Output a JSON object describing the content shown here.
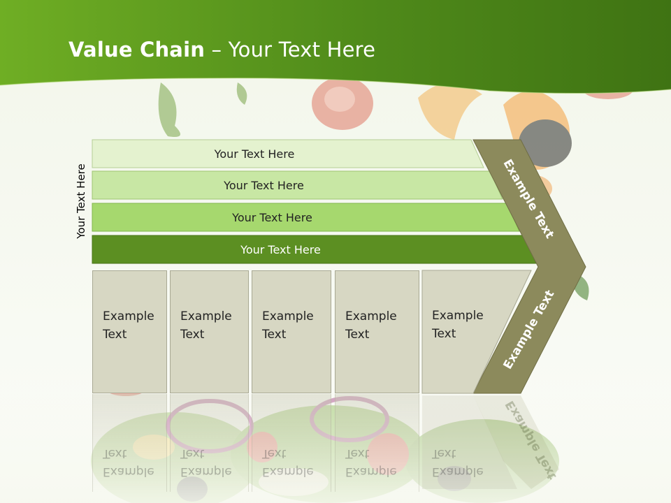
{
  "slide": {
    "title_bold": "Value Chain",
    "title_rest": " – Your Text Here",
    "vertical_label": "Your Text Here",
    "bars": [
      {
        "label": "Your Text Here"
      },
      {
        "label": "Your Text Here"
      },
      {
        "label": "Your Text Here"
      },
      {
        "label": "Your Text Here"
      }
    ],
    "cards": [
      {
        "line1": "Example",
        "line2": "Text"
      },
      {
        "line1": "Example",
        "line2": "Text"
      },
      {
        "line1": "Example",
        "line2": "Text"
      },
      {
        "line1": "Example",
        "line2": "Text"
      },
      {
        "line1": "Example",
        "line2": "Text"
      }
    ],
    "chevron_upper_text": "Example Text",
    "chevron_lower_text": "Example Text"
  },
  "colors": {
    "header_green": "#5f9a1c",
    "bar1": "#e4f2cf",
    "bar2": "#c8e7a4",
    "bar3": "#a6d86e",
    "bar4": "#5c8f22",
    "chevron": "#8c8a5c",
    "card": "#d7d7c3"
  }
}
